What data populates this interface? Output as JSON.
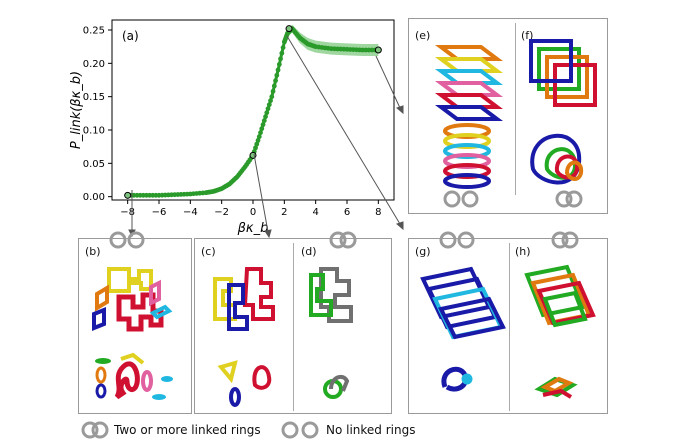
{
  "chart_data": {
    "type": "line",
    "panel_label": "(a)",
    "ylabel": "P_link(βκ_b)",
    "xlabel": "βκ_b",
    "xlim": [
      -9,
      9
    ],
    "ylim": [
      -0.005,
      0.265
    ],
    "x_ticks": [
      -8,
      -6,
      -4,
      -2,
      0,
      2,
      4,
      6,
      8
    ],
    "x_tick_labels": [
      "−8",
      "−6",
      "−4",
      "−2",
      "0",
      "2",
      "4",
      "6",
      "8"
    ],
    "y_ticks": [
      0.0,
      0.05,
      0.1,
      0.15,
      0.2,
      0.25
    ],
    "y_tick_labels": [
      "0.00",
      "0.05",
      "0.10",
      "0.15",
      "0.20",
      "0.25"
    ],
    "line_color": "#2a9a2a",
    "band_color": "#8fd08f",
    "series": [
      {
        "x": [
          -8,
          -7,
          -6,
          -5,
          -4,
          -3,
          -2.5,
          -2,
          -1.5,
          -1,
          -0.5,
          0,
          0.4,
          0.8,
          1.2,
          1.6,
          2.0,
          2.2,
          2.5,
          3,
          3.5,
          4,
          5,
          6,
          7,
          8
        ],
        "y": [
          0.002,
          0.002,
          0.002,
          0.003,
          0.004,
          0.006,
          0.008,
          0.012,
          0.019,
          0.03,
          0.045,
          0.062,
          0.09,
          0.12,
          0.15,
          0.19,
          0.232,
          0.245,
          0.252,
          0.238,
          0.229,
          0.225,
          0.222,
          0.221,
          0.22,
          0.22
        ],
        "band_half_width": [
          0,
          0,
          0,
          0,
          0,
          0,
          0,
          0,
          0,
          0,
          0,
          0,
          0,
          0,
          0,
          0.002,
          0.004,
          0.005,
          0.006,
          0.008,
          0.009,
          0.009,
          0.009,
          0.009,
          0.009,
          0.009
        ]
      }
    ],
    "highlighted_points": [
      {
        "x": -8,
        "y": 0.002
      },
      {
        "x": 0,
        "y": 0.062
      },
      {
        "x": 2.3,
        "y": 0.252
      },
      {
        "x": 8,
        "y": 0.22
      }
    ]
  },
  "panels": {
    "b": "(b)",
    "c": "(c)",
    "d": "(d)",
    "e": "(e)",
    "f": "(f)",
    "g": "(g)",
    "h": "(h)"
  },
  "legend": {
    "linked": "Two or more linked rings",
    "unlinked": "No linked rings"
  },
  "colors": {
    "blue": "#1a1aa8",
    "red": "#d01030",
    "yellow": "#e0d020",
    "orange": "#e07a10",
    "green": "#22aa22",
    "gray": "#707070",
    "cyan": "#20b8e0",
    "pink": "#e060a0",
    "ring_gray": "#9a9a9a"
  }
}
